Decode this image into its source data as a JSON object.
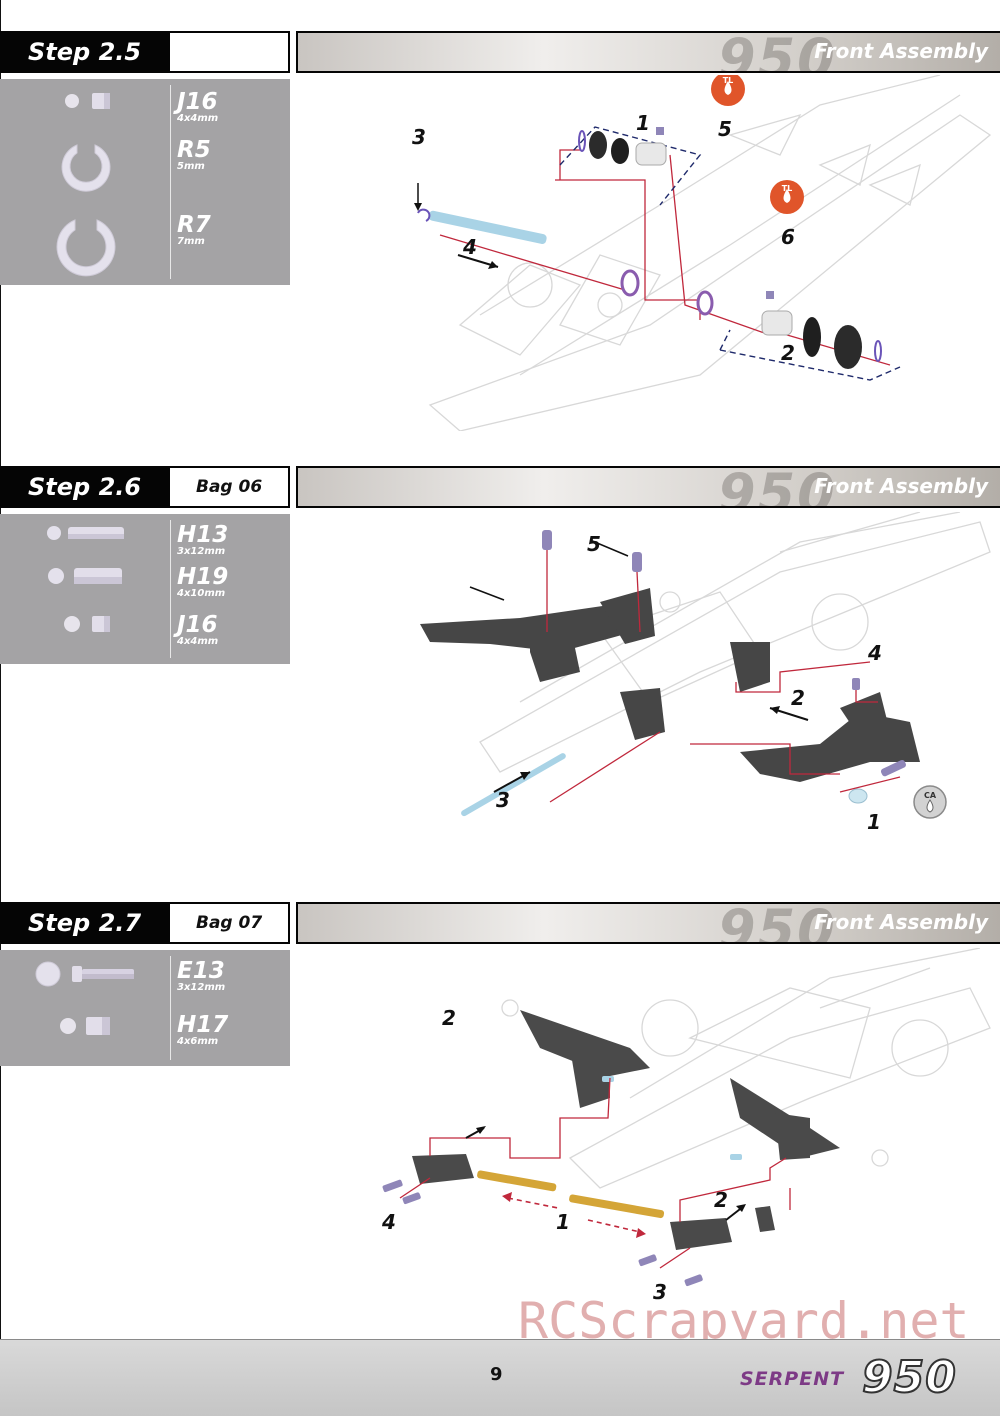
{
  "steps": [
    {
      "title": "Step 2.5",
      "bag": "",
      "banner_logo": "950",
      "banner_label": "Front Assembly",
      "parts": [
        {
          "code": "J16",
          "size": "4x4mm",
          "icon": "spacer-icon"
        },
        {
          "code": "R5",
          "size": "5mm",
          "icon": "e-clip-icon"
        },
        {
          "code": "R7",
          "size": "7mm",
          "icon": "e-clip-icon"
        }
      ],
      "callouts": [
        "1",
        "2",
        "3",
        "4",
        "5",
        "6"
      ],
      "badges": [
        "TL",
        "TL"
      ]
    },
    {
      "title": "Step 2.6",
      "bag": "Bag 06",
      "banner_logo": "950",
      "banner_label": "Front Assembly",
      "parts": [
        {
          "code": "H13",
          "size": "3x12mm",
          "icon": "pin-icon"
        },
        {
          "code": "H19",
          "size": "4x10mm",
          "icon": "pin-icon"
        },
        {
          "code": "J16",
          "size": "4x4mm",
          "icon": "spacer-icon"
        }
      ],
      "callouts": [
        "1",
        "2",
        "3",
        "4",
        "5"
      ],
      "badges": [
        "CA"
      ]
    },
    {
      "title": "Step 2.7",
      "bag": "Bag 07",
      "banner_logo": "950",
      "banner_label": "Front Assembly",
      "parts": [
        {
          "code": "E13",
          "size": "3x12mm",
          "icon": "screw-icon"
        },
        {
          "code": "H17",
          "size": "4x6mm",
          "icon": "spacer-icon"
        }
      ],
      "callouts": [
        "1",
        "2",
        "2",
        "3",
        "4"
      ],
      "badges": []
    }
  ],
  "footer": {
    "page_number": "9",
    "brand_name": "SERPENT",
    "brand_model": "950"
  },
  "watermark": "RCScrapyard.net",
  "colors": {
    "title_bg": "#050505",
    "parts_bg": "#a4a3a5",
    "accent_red": "#c0283c",
    "tl_badge": "#e0552a",
    "brand_purple": "#7d3a86"
  }
}
